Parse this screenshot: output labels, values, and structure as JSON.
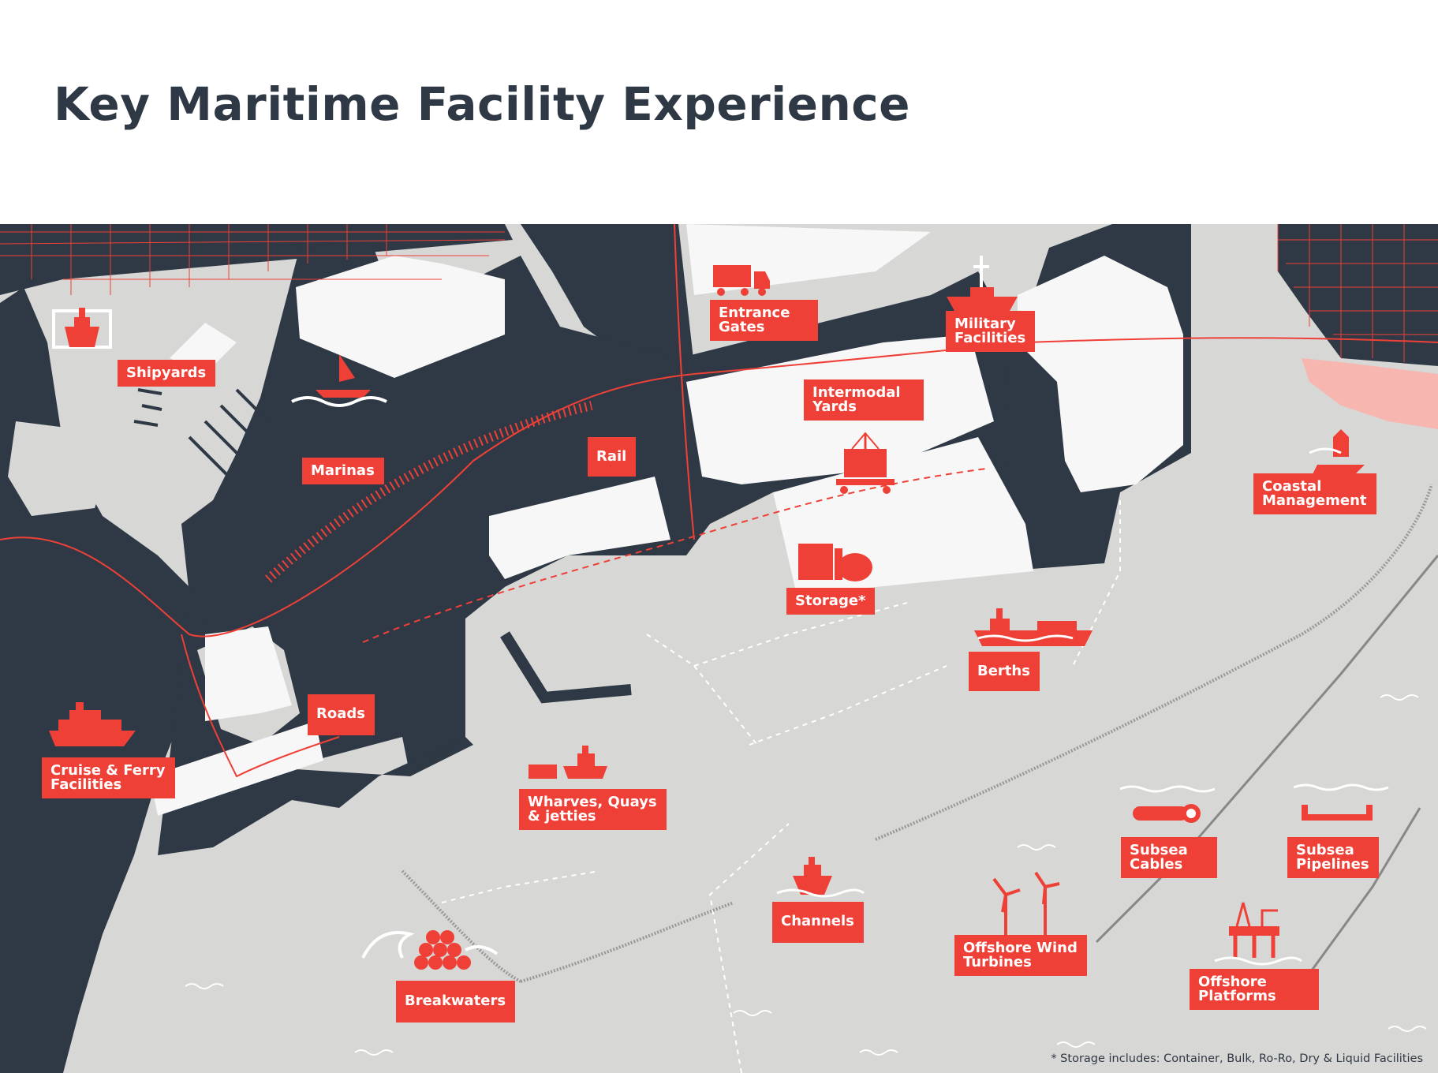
{
  "title": "Key Maritime Facility Experience",
  "footnote": "* Storage includes: Container, Bulk, Ro-Ro, Dry & Liquid Facilities",
  "colors": {
    "accent": "#ef4037",
    "water": "#2f3945",
    "land": "#d7d7d5",
    "building": "#f8f7f7",
    "text": "#2f3945"
  },
  "labels": {
    "shipyards": "Shipyards",
    "marinas": "Marinas",
    "rail": "Rail",
    "entrance_gates": "Entrance\nGates",
    "military_facilities": "Military\nFacilities",
    "intermodal_yards": "Intermodal\nYards",
    "coastal_management": "Coastal\nManagement",
    "storage": "Storage*",
    "berths": "Berths",
    "roads": "Roads",
    "cruise_ferry": "Cruise & Ferry\nFacilities",
    "wharves": "Wharves, Quays\n& jetties",
    "subsea_cables": "Subsea\nCables",
    "subsea_pipelines": "Subsea\nPipelines",
    "channels": "Channels",
    "offshore_wind": "Offshore Wind\nTurbines",
    "offshore_platforms": "Offshore\nPlatforms",
    "breakwaters": "Breakwaters"
  },
  "icons": [
    "shipyard-icon",
    "sailboat-icon",
    "truck-icon",
    "warship-icon",
    "container-crane-icon",
    "buoy-icon",
    "storage-tanks-icon",
    "cargo-ship-icon",
    "cruise-ship-icon",
    "wharf-boats-icon",
    "subsea-cable-icon",
    "subsea-pipeline-icon",
    "channel-ship-icon",
    "wind-turbine-icon",
    "oil-platform-icon",
    "breakwater-icon"
  ]
}
